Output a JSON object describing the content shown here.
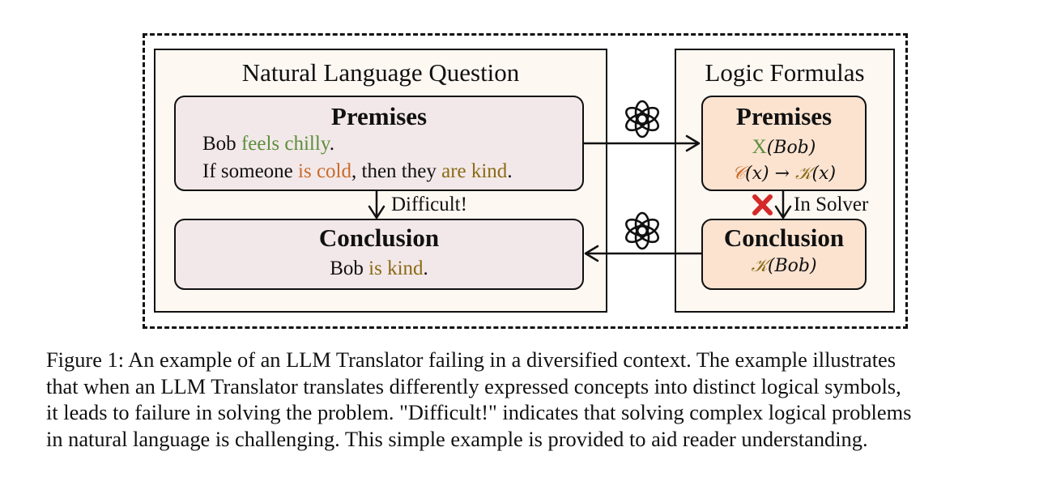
{
  "left_panel": {
    "title": "Natural Language Question",
    "premises": {
      "heading": "Premises",
      "line1": [
        "Bob ",
        "feels chilly",
        "."
      ],
      "line2": [
        "If someone ",
        "is cold",
        ", then they ",
        "are kind",
        "."
      ]
    },
    "arrow_label": "Difficult!",
    "conclusion": {
      "heading": "Conclusion",
      "line": [
        "Bob ",
        "is kind",
        "."
      ]
    }
  },
  "right_panel": {
    "title": "Logic Formulas",
    "premises": {
      "heading": "Premises",
      "formula1": [
        "X",
        "(Bob)"
      ],
      "formula2": [
        "𝒞",
        "(x) → ",
        "𝒦",
        "(x)"
      ]
    },
    "arrow_label": "In Solver",
    "conclusion": {
      "heading": "Conclusion",
      "formula": [
        "𝒦",
        "(Bob)"
      ]
    }
  },
  "icons": {
    "translator_top": "openai-logo-icon",
    "translator_bottom": "openai-logo-icon",
    "failure": "red-cross-icon"
  },
  "colors": {
    "green": "#5a8f3c",
    "orange": "#c86b2a",
    "olive": "#8a6a15",
    "cross": "#d42a2a",
    "nl_box_fill": "#f3e8e9",
    "lf_box_fill": "#fbe3d0",
    "panel_fill": "#fdf8f2"
  },
  "caption": {
    "lines": [
      "Figure 1: An example of an LLM Translator failing in a diversified context. The example illustrates",
      "that when an LLM Translator translates differently expressed concepts into distinct logical symbols,",
      "it leads to failure in solving the problem. \"Difficult!\" indicates that solving complex logical problems",
      "in natural language is challenging. This simple example is provided to aid reader understanding."
    ]
  }
}
